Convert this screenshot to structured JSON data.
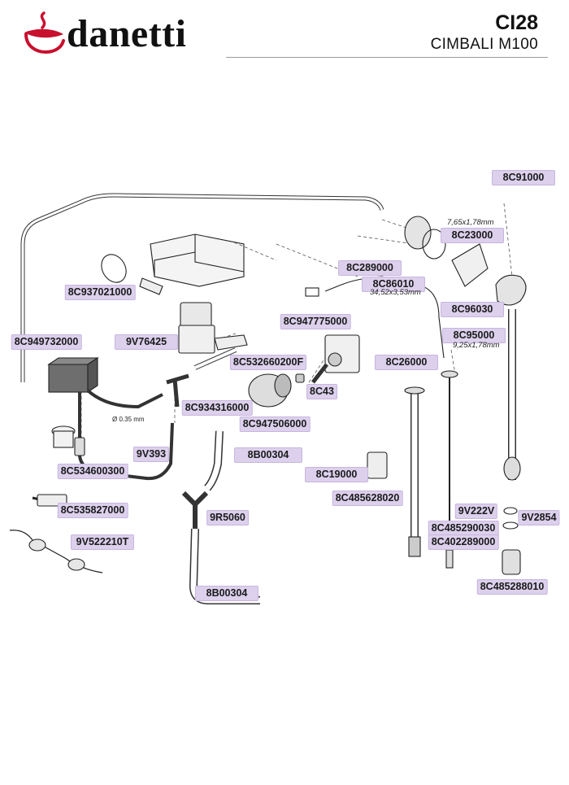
{
  "header": {
    "brand": "danetti",
    "brand_color": "#c8102e",
    "page_code": "CI28",
    "model": "CIMBALI M100"
  },
  "parts": [
    {
      "code": "8C91000"
    },
    {
      "code": "8C23000"
    },
    {
      "code": "8C937021000"
    },
    {
      "code": "8C289000"
    },
    {
      "code": "8C86010"
    },
    {
      "code": "8C96030"
    },
    {
      "code": "9V76425"
    },
    {
      "code": "8C947775000"
    },
    {
      "code": "8C95000"
    },
    {
      "code": "8C949732000"
    },
    {
      "code": "8C532660200F"
    },
    {
      "code": "8C26000"
    },
    {
      "code": "8C43"
    },
    {
      "code": "8C934316000"
    },
    {
      "code": "8C947506000"
    },
    {
      "code": "9V393"
    },
    {
      "code": "8B00304"
    },
    {
      "code": "8C534600300"
    },
    {
      "code": "8C19000"
    },
    {
      "code": "8C485628020"
    },
    {
      "code": "8C535827000"
    },
    {
      "code": "9V222V"
    },
    {
      "code": "9V2854"
    },
    {
      "code": "9R5060"
    },
    {
      "code": "8C485290030"
    },
    {
      "code": "9V522210T"
    },
    {
      "code": "8C402289000"
    },
    {
      "code": "8B00304"
    },
    {
      "code": "8C485288010"
    }
  ],
  "notes": {
    "oring_8c23000": "7,65x1,78mm",
    "oring_8c86010": "34,52x3,53mm",
    "oring_8c95000": "9,25x1,78mm",
    "nozzle_size": "Ø 0.35 mm"
  }
}
